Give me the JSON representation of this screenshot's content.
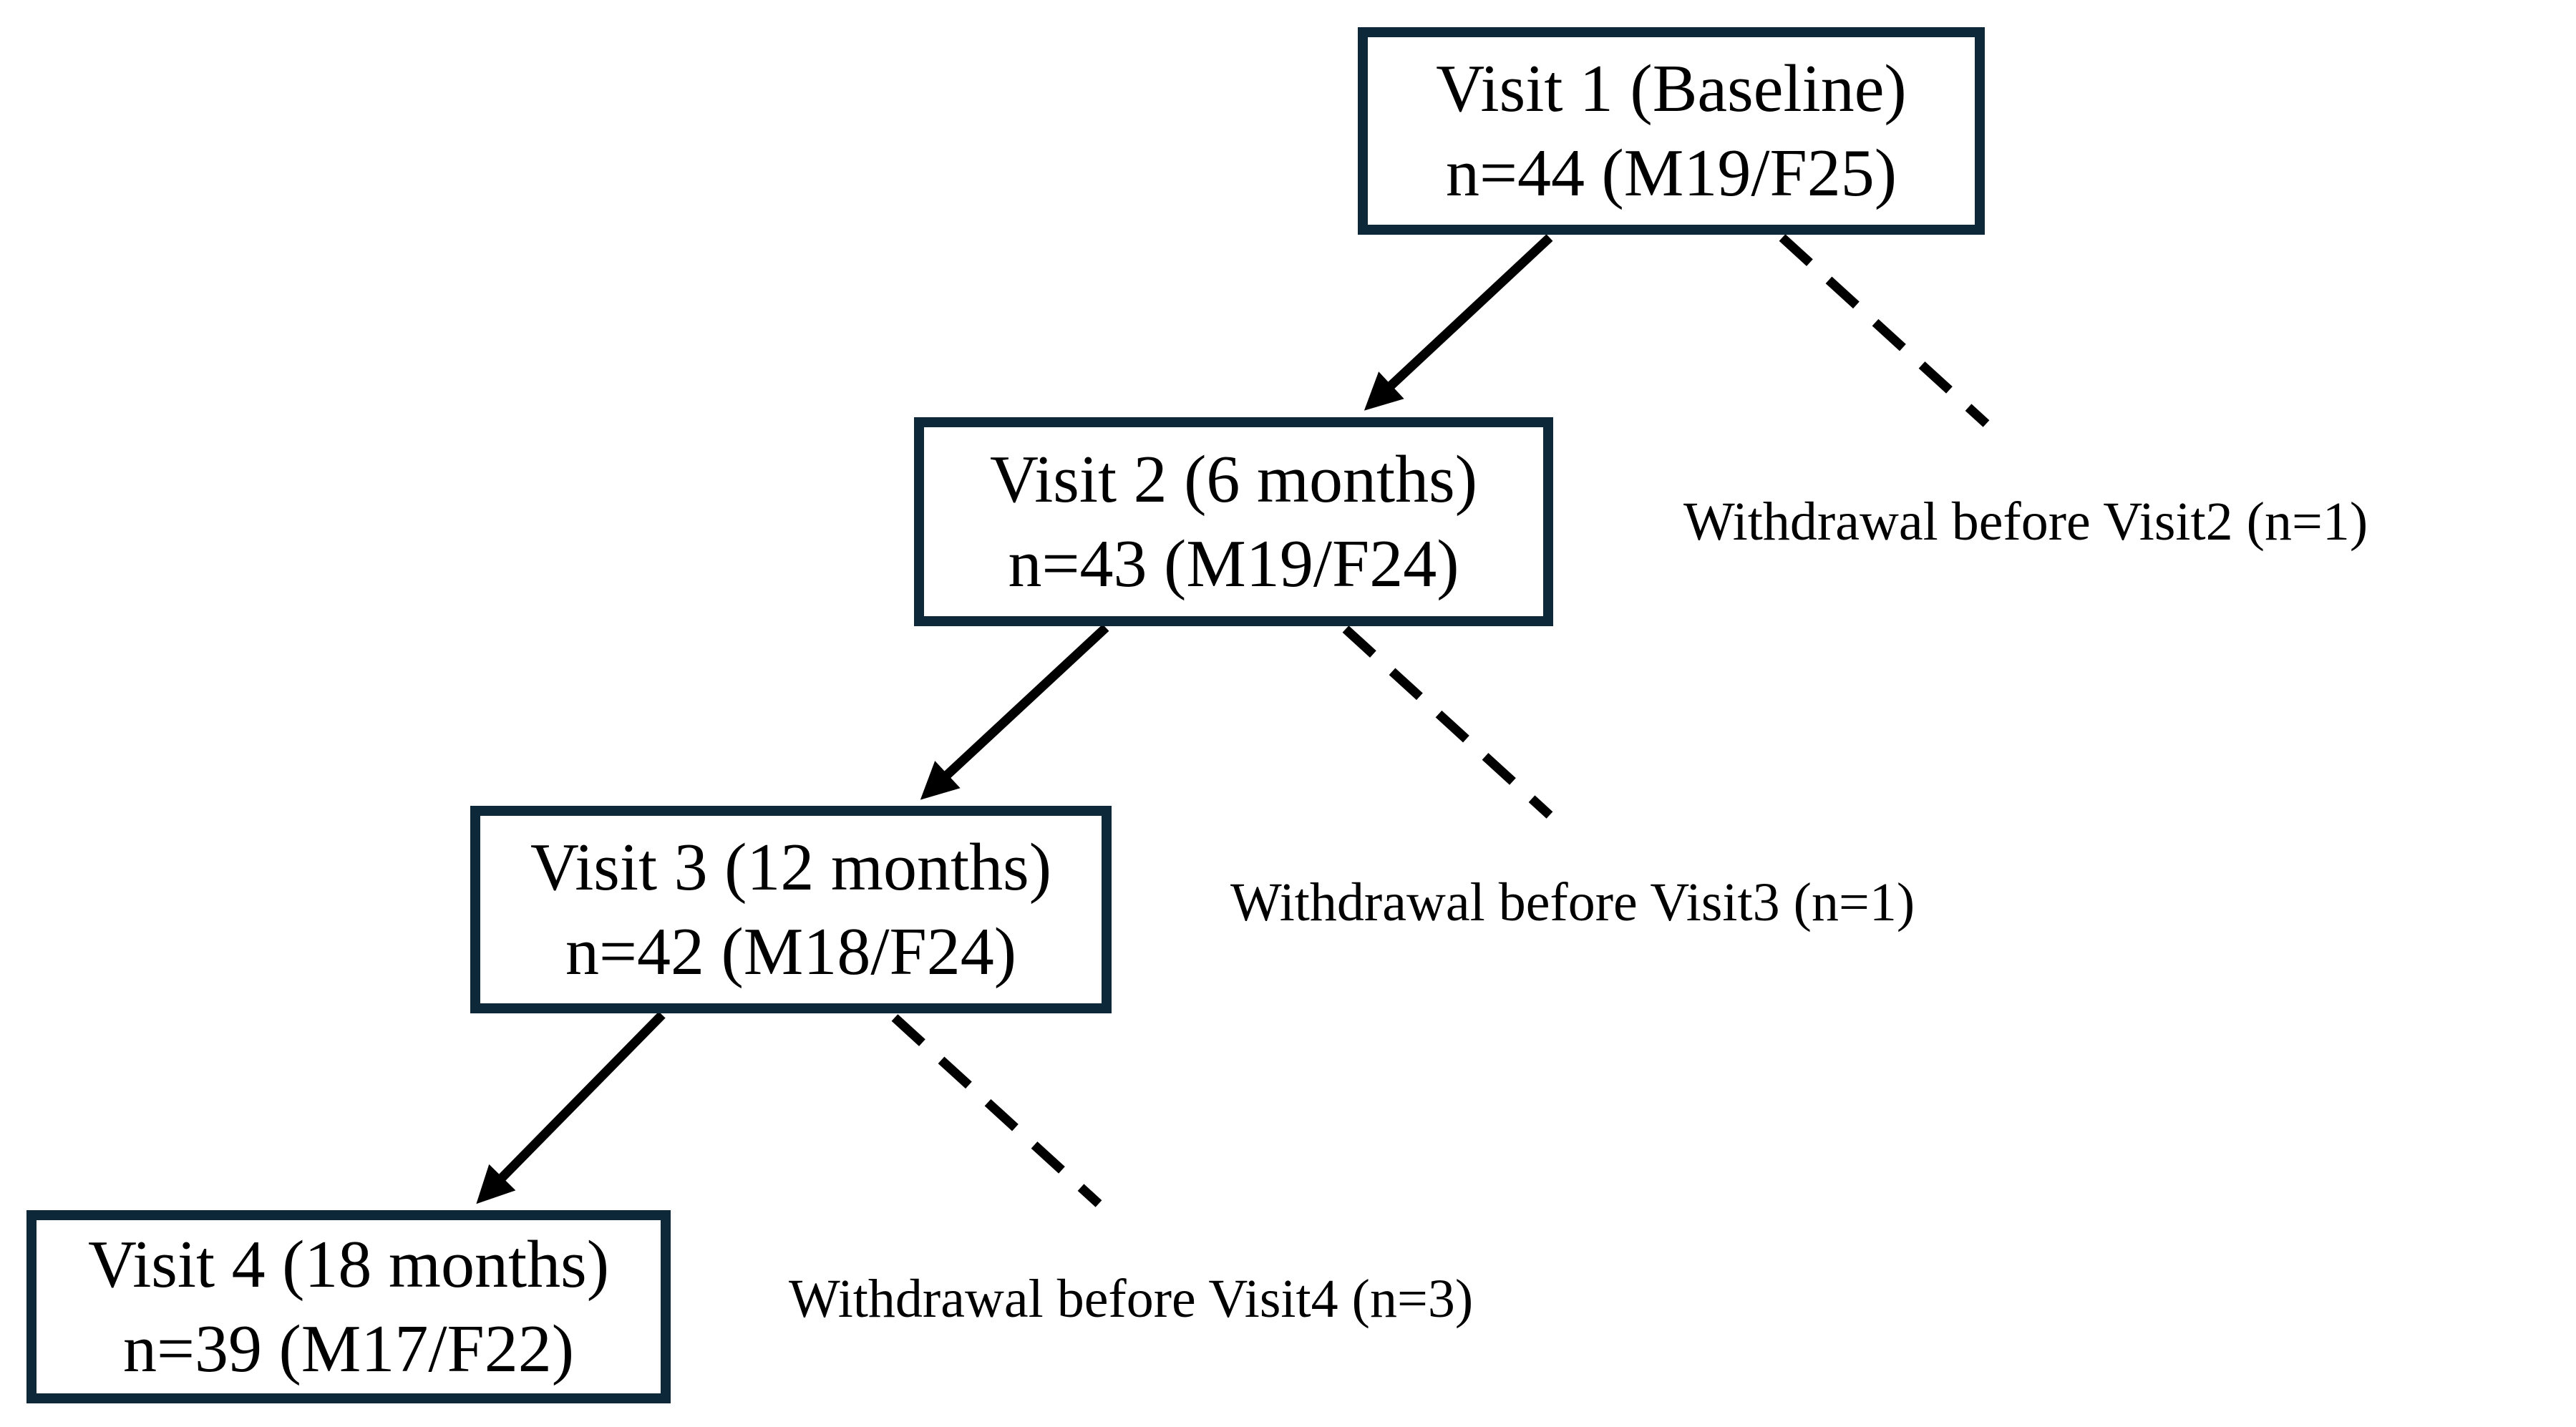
{
  "page": {
    "background_color": "#ffffff"
  },
  "diagram": {
    "type": "flowchart",
    "subject": "study-visit-participant-flow",
    "colors": {
      "box_border": "#0d2838",
      "connector": "#000000",
      "text": "#000000",
      "box_fill": "#ffffff"
    },
    "boxes": [
      {
        "id": "visit-1",
        "line1": "Visit 1 (Baseline)",
        "line2": "n=44 (M19/F25)"
      },
      {
        "id": "visit-2",
        "line1": "Visit 2 (6 months)",
        "line2": "n=43 (M19/F24)"
      },
      {
        "id": "visit-3",
        "line1": "Visit 3 (12 months)",
        "line2": "n=42 (M18/F24)"
      },
      {
        "id": "visit-4",
        "line1": "Visit 4 (18 months)",
        "line2": "n=39 (M17/F22)"
      }
    ],
    "withdrawal_labels": [
      {
        "id": "withdrawal-before-visit2",
        "text": "Withdrawal before Visit2 (n=1)"
      },
      {
        "id": "withdrawal-before-visit3",
        "text": "Withdrawal before Visit3 (n=1)"
      },
      {
        "id": "withdrawal-before-visit4",
        "text": "Withdrawal before Visit4 (n=3)"
      }
    ],
    "edges": [
      {
        "from": "visit-1",
        "to": "visit-2",
        "style": "solid-arrow"
      },
      {
        "from": "visit-2",
        "to": "visit-3",
        "style": "solid-arrow"
      },
      {
        "from": "visit-3",
        "to": "visit-4",
        "style": "solid-arrow"
      },
      {
        "from": "visit-1",
        "to": "withdrawal-before-visit2",
        "style": "dashed-line"
      },
      {
        "from": "visit-2",
        "to": "withdrawal-before-visit3",
        "style": "dashed-line"
      },
      {
        "from": "visit-3",
        "to": "withdrawal-before-visit4",
        "style": "dashed-line"
      }
    ]
  }
}
